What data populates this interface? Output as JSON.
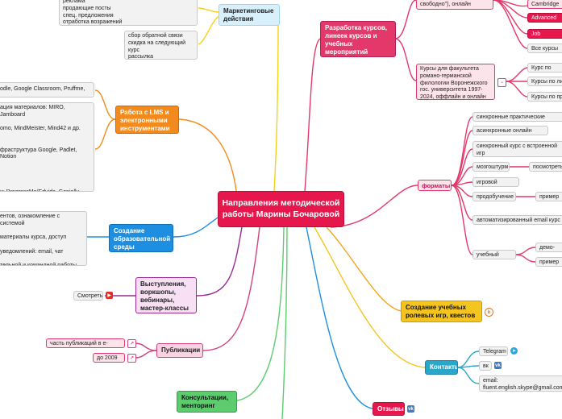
{
  "center": {
    "title": "Направления методической работы Марины Бочаровой"
  },
  "marketing": {
    "title": "Маркетинговые действия",
    "leaf1": "реклама\nпродающие посты\nспец. предложения\nотработка возражений",
    "leaf2": "сбор обратной связи\nскидка на следующий курс\nрассылка"
  },
  "lms": {
    "title": "Работа с LMS и электронными инструментами",
    "leaf1": "odle, Google Classroom, Pruffme,",
    "leaf2": "ация материалов: MIRO, Jamboard\n\nomo, MindMeister, Mind42 и др.\n\n\nфраструктура Google, Padlet, Notion\n\n\n\n\nи: ProgressMe/Edvide, Genially,\nll, Learning Apps, Liveworksheets,"
  },
  "edu_env": {
    "title": "Создание образовательной среды",
    "leaf1": "ентов, ознакомление с системой\n\nматериалы курса, доступ\n\nуведомлений: email, чат\n\nтельной и командной работы\nчания курса"
  },
  "performances": {
    "title": "Выступления, воркшопы, вебинары, мастер-классы",
    "watch": "Смотреть"
  },
  "publications": {
    "title": "Публикации",
    "leaf1": "часть публикаций в e-library",
    "leaf2": "до 2009 г."
  },
  "consulting": {
    "title": "Консультации, менторинг"
  },
  "courses": {
    "title": "Разработка курсов, линеек курсов и учебных мероприятий",
    "project": "проект \"Английский свободно\"), онлайн",
    "faculty": "Курсы для факультета романо-германской филологии Воронежского гос. университета 1997-2024, оффлайн и онлайн",
    "cambridge": "Cambridge E",
    "advanced": "Advanced Sp",
    "interview": "Job Interview",
    "all_courses": "Все курсы пр",
    "c1": "Курс по комг",
    "c2": "Курсы по ли",
    "c3": "Курсы по пр"
  },
  "formats": {
    "title": "форматы",
    "items": [
      "синхронные практические онлайн",
      "асинхронные онлайн курсы",
      "синхронный курс с встроенной игр\nнескольких эпизодах",
      "мозгоштурм",
      "игровой тренинг",
      "продобучение",
      "автоматизированный email курс (",
      "учебный квест"
    ],
    "watch": "посмотреть",
    "example1": "пример -",
    "demo": "демо-вер",
    "example2": "пример Т"
  },
  "games": {
    "title": "Создание учебных ролевых игр, квестов"
  },
  "contacts": {
    "title": "Контакты",
    "telegram": "Telegram",
    "vk": "вк",
    "email": "email:\nfluent.english.skype@gmail.com"
  },
  "reviews": {
    "title": "Отзывы"
  },
  "icons": {
    "youtube": "youtube-icon",
    "telegram": "telegram-icon",
    "vk": "vk-icon",
    "link": "external-link-icon",
    "wiki": "wiki-icon",
    "collapse": "collapse-icon"
  },
  "colors": {
    "center": "#e5174d",
    "marketing": "#f2d21e",
    "courses": "#e4386a",
    "lms": "#f28a1e",
    "edu": "#1e8fe0",
    "perf": "#9a2a8e",
    "pub": "#d2427e",
    "cons": "#5ccc6e",
    "games": "#f4a21e",
    "contacts": "#2aa6c8",
    "reviews": "#2a6fd6"
  }
}
